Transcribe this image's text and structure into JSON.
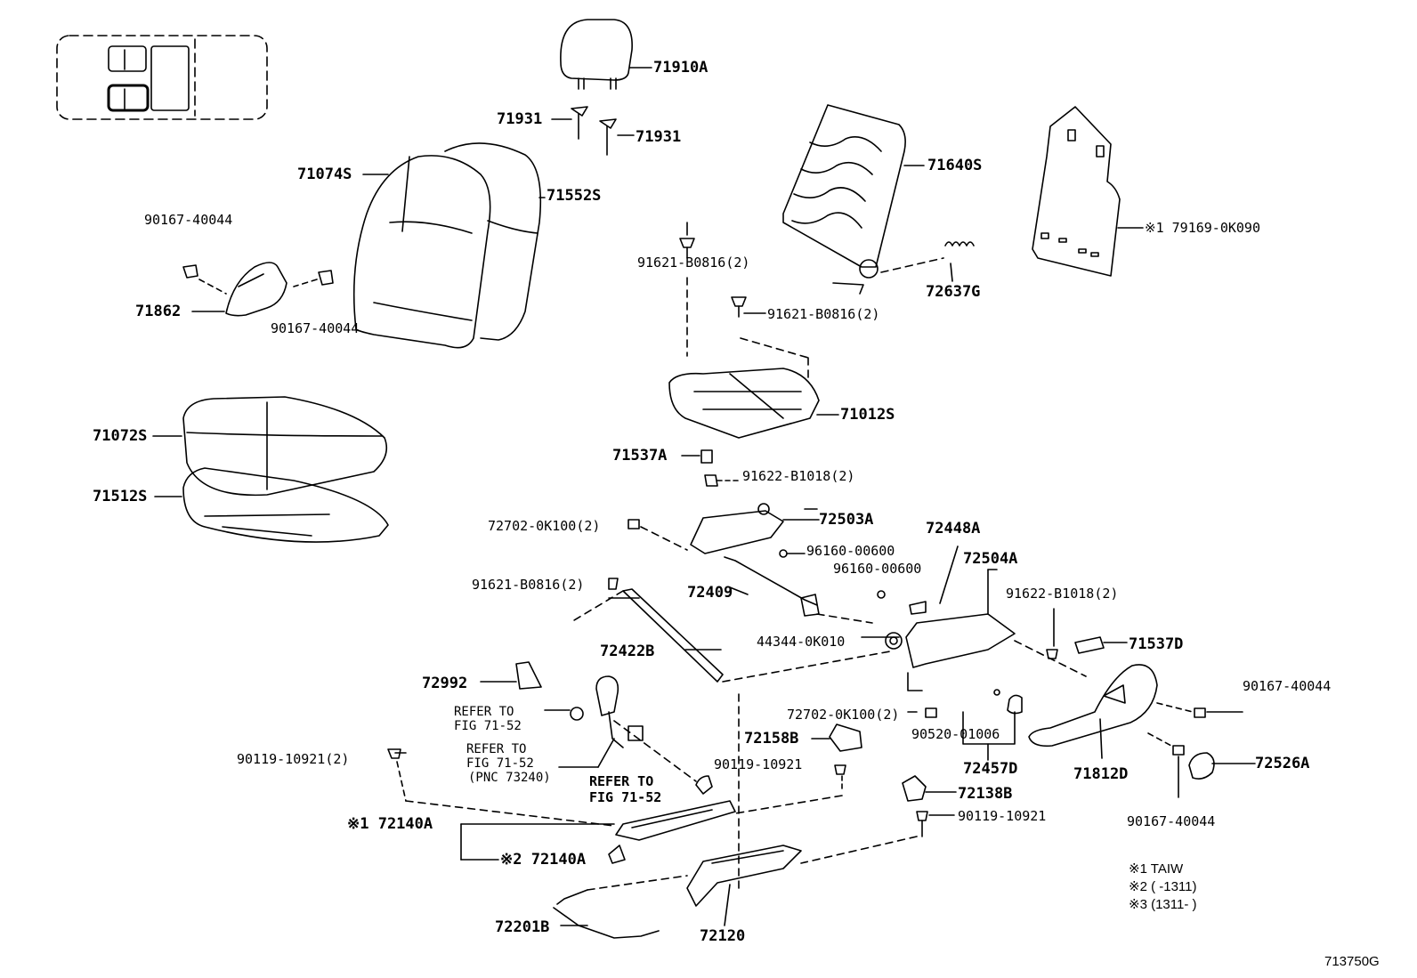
{
  "parts": {
    "p71910A": "71910A",
    "p71931_a": "71931",
    "p71931_b": "71931",
    "p71074S": "71074S",
    "p71552S": "71552S",
    "p71640S": "71640S",
    "p79169": "※1 79169-0K090",
    "p90167_a": "90167-40044",
    "p71862": "71862",
    "p90167_b": "90167-40044",
    "p91621_a": "91621-B0816(2)",
    "p91621_b": "91621-B0816(2)",
    "p72637G": "72637G",
    "p71072S": "71072S",
    "p71512S": "71512S",
    "p71012S": "71012S",
    "p71537A": "71537A",
    "p91622_a": "91622-B1018(2)",
    "p72702_a": "72702-0K100(2)",
    "p72503A": "72503A",
    "p96160_a": "96160-00600",
    "p72448A": "72448A",
    "p96160_b": "96160-00600",
    "p72504A": "72504A",
    "p91621_c": "91621-B0816(2)",
    "p72409": "72409",
    "p91622_b": "91622-B1018(2)",
    "p71537D": "71537D",
    "p44344": "44344-0K010",
    "p72422B": "72422B",
    "p72992": "72992",
    "p90167_c": "90167-40044",
    "p72702_b": "72702-0K100(2)",
    "p90520": "90520-01006",
    "p72158B": "72158B",
    "p72457D": "72457D",
    "p71812D": "71812D",
    "p72526A": "72526A",
    "p90119_a": "90119-10921(2)",
    "p90119_b": "90119-10921",
    "p90167_d": "90167-40044",
    "p72138B": "72138B",
    "p90119_c": "90119-10921",
    "p72140A_1": "※1 72140A",
    "p72140A_2": "※2 72140A",
    "p72201B": "72201B",
    "p72120": "72120"
  },
  "refs": {
    "ref1_l1": "REFER TO",
    "ref1_l2": "FIG 71-52",
    "ref2_l1": "REFER TO",
    "ref2_l2": "FIG 71-52",
    "ref2_l3": "(PNC 73240)",
    "ref3_l1": "REFER TO",
    "ref3_l2": "FIG 71-52"
  },
  "notes": {
    "n1": "※1 TAIW",
    "n2": "※2 (     -1311)",
    "n3": "※3 (1311-     )"
  },
  "figure_id": "713750G"
}
